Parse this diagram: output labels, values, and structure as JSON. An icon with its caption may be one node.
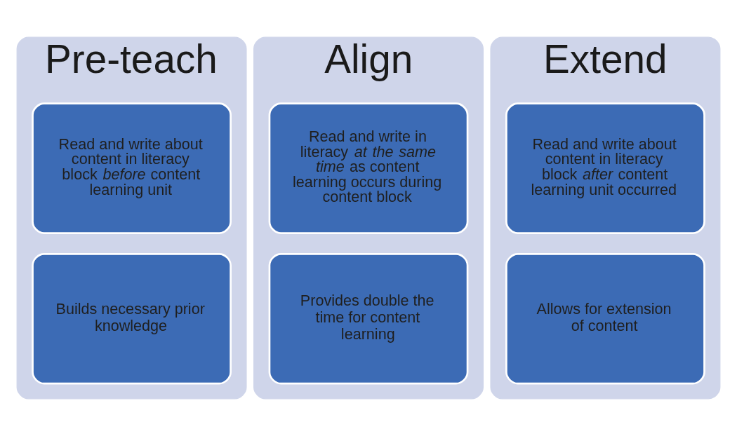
{
  "diagram": {
    "nodes": [
      {
        "text": [
          "Pre-teach"
        ]
      },
      {
        "text": [
          "Read and write about content in literacy block *before* content learning unit"
        ],
        "in": 0
      },
      {
        "text": [
          "Builds necessary prior knowledge"
        ],
        "in": 0
      },
      {
        "text": [
          "Align"
        ]
      },
      {
        "text": [
          "Read and write in literacy *at the same time* as content learning occurs during content block"
        ],
        "in": 3
      },
      {
        "text": [
          "Provides double the time for content learning"
        ],
        "in": 3
      },
      {
        "text": [
          "Extend"
        ]
      },
      {
        "text": [
          "Read and write about content in literacy block *after* content learning unit occurred"
        ],
        "in": 6
      },
      {
        "text": [
          "Allows for extension of content"
        ],
        "in": 6
      }
    ],
    "edges": []
  }
}
